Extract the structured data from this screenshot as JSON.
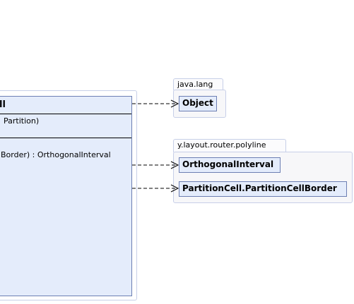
{
  "main_class": {
    "title": "ll",
    "constructor_text": "Partition)",
    "method_text": "Border) : OrthogonalInterval"
  },
  "packages": [
    {
      "name": "java.lang",
      "classes": [
        "Object"
      ]
    },
    {
      "name": "y.layout.router.polyline",
      "classes": [
        "OrthogonalInterval",
        "PartitionCell.PartitionCellBorder"
      ]
    }
  ],
  "colors": {
    "class_fill": "#e4ecfb",
    "class_border": "#6d7fb3",
    "package_border": "#c7cfe8",
    "arrow": "#000000"
  }
}
